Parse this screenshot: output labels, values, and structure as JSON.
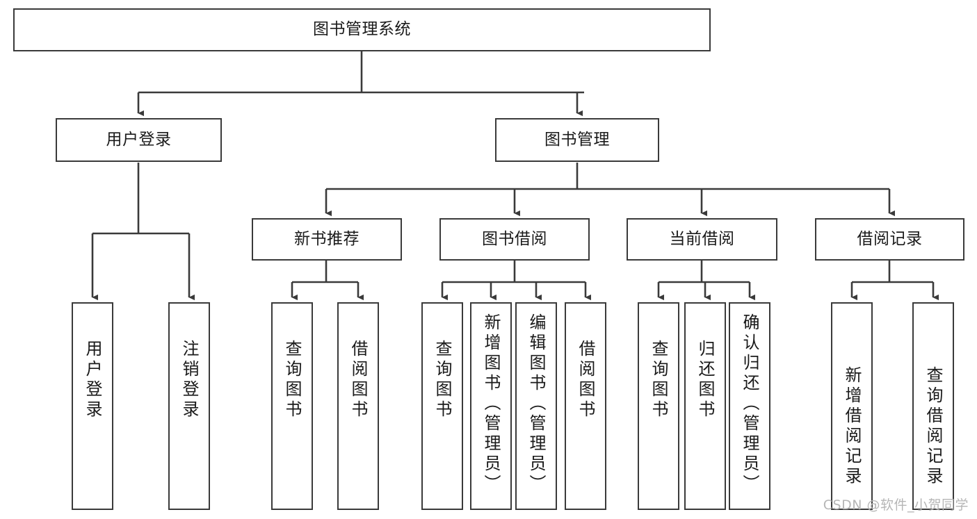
{
  "diagram": {
    "title": "图书管理系统",
    "type": "tree-hierarchy-diagram",
    "watermark": "CSDN @软件_小贺同学",
    "colors": {
      "box_border": "#3a3a3a",
      "box_fill": "#ffffff",
      "edge": "#3a3a3a",
      "text": "#1a1a1a",
      "watermark": "#b6b6b6",
      "background": "#ffffff"
    },
    "nodes": {
      "root": {
        "label": "图书管理系统"
      },
      "level1": [
        {
          "id": "user-login",
          "label": "用户登录"
        },
        {
          "id": "book-manage",
          "label": "图书管理"
        }
      ],
      "level2": [
        {
          "id": "new-book-recommend",
          "label": "新书推荐"
        },
        {
          "id": "book-borrow",
          "label": "图书借阅"
        },
        {
          "id": "current-borrow",
          "label": "当前借阅"
        },
        {
          "id": "borrow-record",
          "label": "借阅记录"
        }
      ],
      "leaves": {
        "user-login": [
          {
            "id": "leaf-user-login",
            "label": "用户登录"
          },
          {
            "id": "leaf-user-logout",
            "label": "注销登录"
          }
        ],
        "new-book-recommend": [
          {
            "id": "leaf-query-book-1",
            "label": "查询图书"
          },
          {
            "id": "leaf-borrow-book-1",
            "label": "借阅图书"
          }
        ],
        "book-borrow": [
          {
            "id": "leaf-query-book-2",
            "label": "查询图书"
          },
          {
            "id": "leaf-add-book",
            "label": "新增图书（管理员）"
          },
          {
            "id": "leaf-edit-book",
            "label": "编辑图书（管理员）"
          },
          {
            "id": "leaf-borrow-book-2",
            "label": "借阅图书"
          }
        ],
        "current-borrow": [
          {
            "id": "leaf-query-book-3",
            "label": "查询图书"
          },
          {
            "id": "leaf-return-book",
            "label": "归还图书"
          },
          {
            "id": "leaf-confirm-return",
            "label": "确认归还（管理员）"
          }
        ],
        "borrow-record": [
          {
            "id": "leaf-add-record",
            "label": "新增借阅记录"
          },
          {
            "id": "leaf-query-record",
            "label": "查询借阅记录"
          }
        ]
      }
    }
  }
}
